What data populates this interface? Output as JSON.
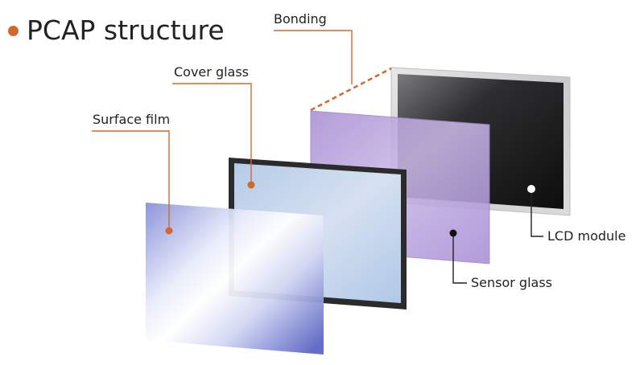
{
  "header": {
    "title": "PCAP structure"
  },
  "labels": {
    "bonding": "Bonding",
    "cover_glass": "Cover glass",
    "surface_film": "Surface film",
    "lcd_module": "LCD module",
    "sensor_glass": "Sensor glass"
  },
  "colors": {
    "accent": "#d0692e",
    "leader_dark": "#222222"
  }
}
